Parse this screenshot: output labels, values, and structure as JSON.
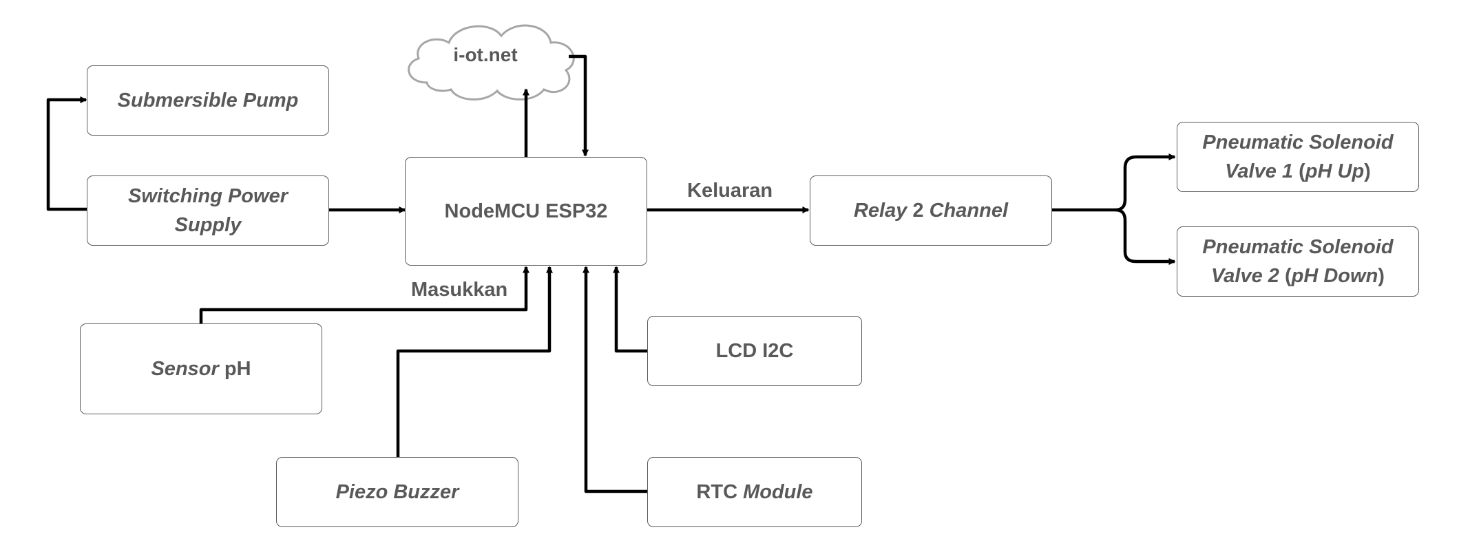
{
  "diagram": {
    "cloud": {
      "label": "i-ot.net"
    },
    "boxes": {
      "submersible_pump": {
        "line1_italic": "Submersible Pump"
      },
      "switching_power_supply": {
        "line1_italic": "Switching Power",
        "line2_italic": "Supply"
      },
      "nodemcu": {
        "label": "NodeMCU ESP32"
      },
      "relay": {
        "part1_italic": "Relay",
        "part2": " 2 ",
        "part3_italic": "Channel"
      },
      "valve1": {
        "line1_italic": "Pneumatic Solenoid",
        "line2_italic_a": "Valve 1",
        "line2_a": " (",
        "line2_italic_b": "pH Up",
        "line2_b": ")"
      },
      "valve2": {
        "line1_italic": "Pneumatic Solenoid",
        "line2_italic_a": "Valve 2",
        "line2_a": " (",
        "line2_italic_b": "pH Down",
        "line2_b": ")"
      },
      "sensor_ph": {
        "part1_italic": "Sensor",
        "part2": " pH"
      },
      "lcd": {
        "label": "LCD I2C"
      },
      "piezo": {
        "line1_italic": "Piezo Buzzer"
      },
      "rtc": {
        "part1": "RTC ",
        "part2_italic": "Module"
      }
    },
    "labels": {
      "output": "Keluaran",
      "input": "Masukkan"
    },
    "colors": {
      "arrow": "#000000",
      "box_border": "#5a5a5a",
      "text": "#595959",
      "cloud_border": "#a6a6a6"
    }
  }
}
